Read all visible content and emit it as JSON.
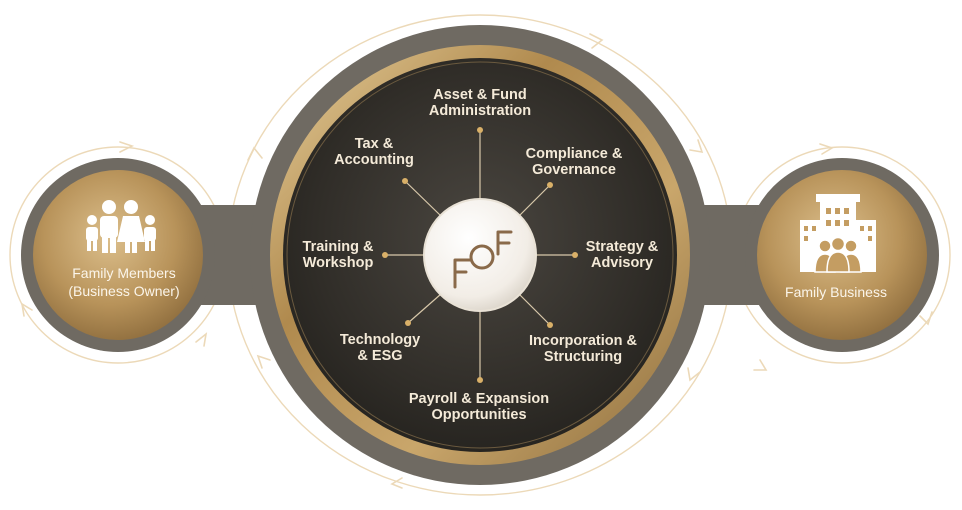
{
  "center": {
    "logo": "FOF",
    "services": [
      {
        "line1": "Asset & Fund",
        "line2": "Administration"
      },
      {
        "line1": "Compliance &",
        "line2": "Governance"
      },
      {
        "line1": "Strategy &",
        "line2": "Advisory"
      },
      {
        "line1": "Incorporation &",
        "line2": "Structuring"
      },
      {
        "line1": "Payroll & Expansion",
        "line2": "Opportunities"
      },
      {
        "line1": "Technology",
        "line2": "& ESG"
      },
      {
        "line1": "Training &",
        "line2": "Workshop"
      },
      {
        "line1": "Tax &",
        "line2": "Accounting"
      }
    ]
  },
  "left_node": {
    "line1": "Family Members",
    "line2": "(Business Owner)",
    "icon": "family-icon"
  },
  "right_node": {
    "label": "Family Business",
    "icon": "office-building-icon"
  },
  "colors": {
    "outer_band": "#6f6a62",
    "dark_disc": "#2f2c27",
    "gold": "#b8935a",
    "gold_light": "#e3c894",
    "flow_line": "#ecd9b8",
    "label_text": "#f4ead8"
  }
}
